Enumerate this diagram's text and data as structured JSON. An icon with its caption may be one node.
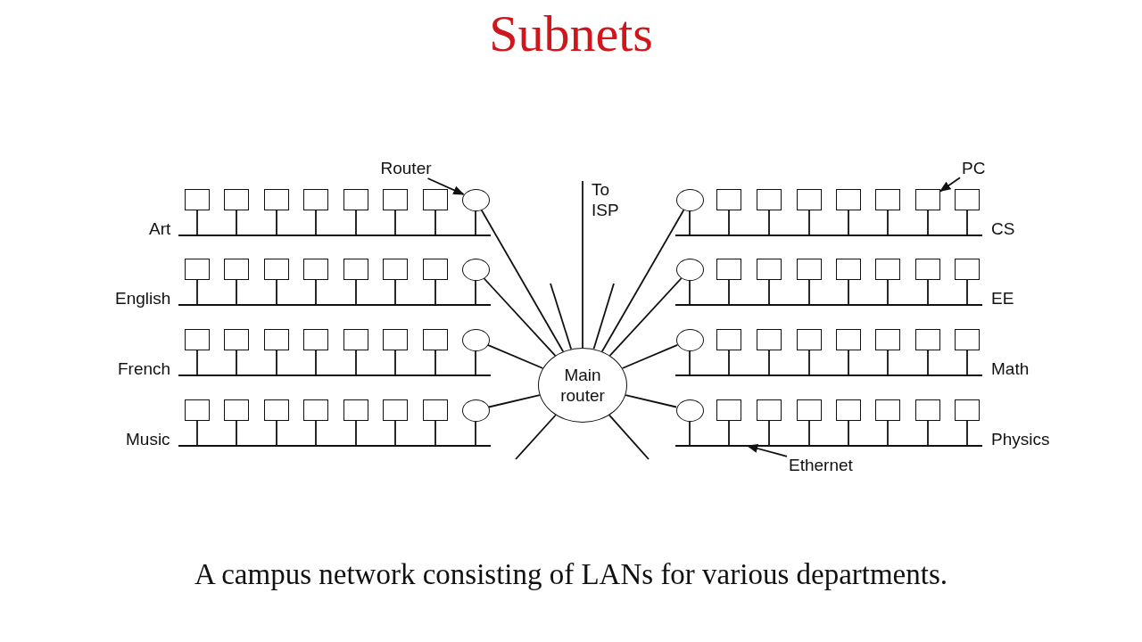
{
  "diagram": {
    "title": "Subnets",
    "caption": "A campus network consisting of LANs for various departments.",
    "nodes": [
      {
        "text": [
          "Router"
        ]
      },
      {
        "text": [
          "PC"
        ]
      },
      {
        "text": [],
        "shape": "bar",
        "beside": [
          "Art"
        ]
      },
      {
        "text": [],
        "shape": "box"
      },
      {
        "text": [],
        "shape": "box"
      },
      {
        "text": [],
        "shape": "box"
      },
      {
        "text": [],
        "shape": "box"
      },
      {
        "text": [],
        "shape": "box"
      },
      {
        "text": [],
        "shape": "box"
      },
      {
        "text": [],
        "shape": "box"
      },
      {
        "text": [],
        "shape": "circle"
      },
      {
        "text": [],
        "shape": "bar",
        "beside": [
          "CS"
        ]
      },
      {
        "text": [],
        "shape": "circle"
      },
      {
        "text": [],
        "shape": "box"
      },
      {
        "text": [],
        "shape": "box"
      },
      {
        "text": [],
        "shape": "box"
      },
      {
        "text": [],
        "shape": "box"
      },
      {
        "text": [],
        "shape": "box"
      },
      {
        "text": [],
        "shape": "box"
      },
      {
        "text": [],
        "shape": "box"
      },
      {
        "text": [],
        "shape": "bar",
        "beside": [
          "English"
        ]
      },
      {
        "text": [],
        "shape": "box"
      },
      {
        "text": [],
        "shape": "box"
      },
      {
        "text": [],
        "shape": "box"
      },
      {
        "text": [],
        "shape": "box"
      },
      {
        "text": [],
        "shape": "box"
      },
      {
        "text": [],
        "shape": "box"
      },
      {
        "text": [],
        "shape": "box"
      },
      {
        "text": [],
        "shape": "circle"
      },
      {
        "text": [],
        "shape": "bar",
        "beside": [
          "EE"
        ]
      },
      {
        "text": [],
        "shape": "circle"
      },
      {
        "text": [],
        "shape": "box"
      },
      {
        "text": [],
        "shape": "box"
      },
      {
        "text": [],
        "shape": "box"
      },
      {
        "text": [],
        "shape": "box"
      },
      {
        "text": [],
        "shape": "box"
      },
      {
        "text": [],
        "shape": "box"
      },
      {
        "text": [],
        "shape": "box"
      },
      {
        "text": [],
        "shape": "bar",
        "beside": [
          "French"
        ]
      },
      {
        "text": [],
        "shape": "box"
      },
      {
        "text": [],
        "shape": "box"
      },
      {
        "text": [],
        "shape": "box"
      },
      {
        "text": [],
        "shape": "box"
      },
      {
        "text": [],
        "shape": "box"
      },
      {
        "text": [],
        "shape": "box"
      },
      {
        "text": [],
        "shape": "box"
      },
      {
        "text": [],
        "shape": "circle"
      },
      {
        "text": [],
        "shape": "bar",
        "beside": [
          "Math"
        ]
      },
      {
        "text": [],
        "shape": "circle"
      },
      {
        "text": [],
        "shape": "box"
      },
      {
        "text": [],
        "shape": "box"
      },
      {
        "text": [],
        "shape": "box"
      },
      {
        "text": [],
        "shape": "box"
      },
      {
        "text": [],
        "shape": "box"
      },
      {
        "text": [],
        "shape": "box"
      },
      {
        "text": [],
        "shape": "box"
      },
      {
        "text": [],
        "shape": "bar",
        "beside": [
          "Music"
        ]
      },
      {
        "text": [],
        "shape": "box"
      },
      {
        "text": [],
        "shape": "box"
      },
      {
        "text": [],
        "shape": "box"
      },
      {
        "text": [],
        "shape": "box"
      },
      {
        "text": [],
        "shape": "box"
      },
      {
        "text": [],
        "shape": "box"
      },
      {
        "text": [],
        "shape": "box"
      },
      {
        "text": [],
        "shape": "circle"
      },
      {
        "text": [],
        "shape": "bar",
        "beside": [
          "Physics"
        ]
      },
      {
        "text": [],
        "shape": "circle"
      },
      {
        "text": [],
        "shape": "box"
      },
      {
        "text": [],
        "shape": "box"
      },
      {
        "text": [],
        "shape": "box"
      },
      {
        "text": [],
        "shape": "box"
      },
      {
        "text": [],
        "shape": "box"
      },
      {
        "text": [],
        "shape": "box"
      },
      {
        "text": [],
        "shape": "box"
      },
      {
        "text": [
          "Main router"
        ]
      },
      {
        "text": [
          "Ethernet"
        ]
      }
    ],
    "edges": [
      {
        "from": 3,
        "to": 2,
        "arrow": "none"
      },
      {
        "from": 4,
        "to": 2,
        "arrow": "none"
      },
      {
        "from": 5,
        "to": 2,
        "arrow": "none"
      },
      {
        "from": 6,
        "to": 2,
        "arrow": "none"
      },
      {
        "from": 7,
        "to": 2,
        "arrow": "none"
      },
      {
        "from": 8,
        "to": 2,
        "arrow": "none"
      },
      {
        "from": 9,
        "to": 2,
        "arrow": "none"
      },
      {
        "from": 10,
        "to": 2,
        "arrow": "none"
      },
      {
        "from": 12,
        "to": 11,
        "arrow": "none"
      },
      {
        "from": 13,
        "to": 11,
        "arrow": "none"
      },
      {
        "from": 14,
        "to": 11,
        "arrow": "none"
      },
      {
        "from": 15,
        "to": 11,
        "arrow": "none"
      },
      {
        "from": 16,
        "to": 11,
        "arrow": "none"
      },
      {
        "from": 17,
        "to": 11,
        "arrow": "none"
      },
      {
        "from": 18,
        "to": 11,
        "arrow": "none"
      },
      {
        "from": 19,
        "to": 11,
        "arrow": "none"
      },
      {
        "from": 21,
        "to": 20,
        "arrow": "none"
      },
      {
        "from": 22,
        "to": 20,
        "arrow": "none"
      },
      {
        "from": 23,
        "to": 20,
        "arrow": "none"
      },
      {
        "from": 24,
        "to": 20,
        "arrow": "none"
      },
      {
        "from": 25,
        "to": 20,
        "arrow": "none"
      },
      {
        "from": 26,
        "to": 20,
        "arrow": "none"
      },
      {
        "from": 27,
        "to": 20,
        "arrow": "none"
      },
      {
        "from": 28,
        "to": 20,
        "arrow": "none"
      },
      {
        "from": 30,
        "to": 29,
        "arrow": "none"
      },
      {
        "from": 31,
        "to": 29,
        "arrow": "none"
      },
      {
        "from": 32,
        "to": 29,
        "arrow": "none"
      },
      {
        "from": 33,
        "to": 29,
        "arrow": "none"
      },
      {
        "from": 34,
        "to": 29,
        "arrow": "none"
      },
      {
        "from": 35,
        "to": 29,
        "arrow": "none"
      },
      {
        "from": 36,
        "to": 29,
        "arrow": "none"
      },
      {
        "from": 37,
        "to": 29,
        "arrow": "none"
      },
      {
        "from": 39,
        "to": 38,
        "arrow": "none"
      },
      {
        "from": 40,
        "to": 38,
        "arrow": "none"
      },
      {
        "from": 41,
        "to": 38,
        "arrow": "none"
      },
      {
        "from": 42,
        "to": 38,
        "arrow": "none"
      },
      {
        "from": 43,
        "to": 38,
        "arrow": "none"
      },
      {
        "from": 44,
        "to": 38,
        "arrow": "none"
      },
      {
        "from": 45,
        "to": 38,
        "arrow": "none"
      },
      {
        "from": 46,
        "to": 38,
        "arrow": "none"
      },
      {
        "from": 48,
        "to": 47,
        "arrow": "none"
      },
      {
        "from": 49,
        "to": 47,
        "arrow": "none"
      },
      {
        "from": 50,
        "to": 47,
        "arrow": "none"
      },
      {
        "from": 51,
        "to": 47,
        "arrow": "none"
      },
      {
        "from": 52,
        "to": 47,
        "arrow": "none"
      },
      {
        "from": 53,
        "to": 47,
        "arrow": "none"
      },
      {
        "from": 54,
        "to": 47,
        "arrow": "none"
      },
      {
        "from": 55,
        "to": 47,
        "arrow": "none"
      },
      {
        "from": 57,
        "to": 56,
        "arrow": "none"
      },
      {
        "from": 58,
        "to": 56,
        "arrow": "none"
      },
      {
        "from": 59,
        "to": 56,
        "arrow": "none"
      },
      {
        "from": 60,
        "to": 56,
        "arrow": "none"
      },
      {
        "from": 61,
        "to": 56,
        "arrow": "none"
      },
      {
        "from": 62,
        "to": 56,
        "arrow": "none"
      },
      {
        "from": 63,
        "to": 56,
        "arrow": "none"
      },
      {
        "from": 64,
        "to": 56,
        "arrow": "none"
      },
      {
        "from": 66,
        "to": 65,
        "arrow": "none"
      },
      {
        "from": 67,
        "to": 65,
        "arrow": "none"
      },
      {
        "from": 68,
        "to": 65,
        "arrow": "none"
      },
      {
        "from": 69,
        "to": 65,
        "arrow": "none"
      },
      {
        "from": 70,
        "to": 65,
        "arrow": "none"
      },
      {
        "from": 71,
        "to": 65,
        "arrow": "none"
      },
      {
        "from": 72,
        "to": 65,
        "arrow": "none"
      },
      {
        "from": 73,
        "to": 65,
        "arrow": "none"
      },
      {
        "from": 10,
        "to": 74,
        "arrow": "none"
      },
      {
        "from": 12,
        "to": 74,
        "arrow": "none"
      },
      {
        "from": 28,
        "to": 74,
        "arrow": "none"
      },
      {
        "from": 30,
        "to": 74,
        "arrow": "none"
      },
      {
        "from": 46,
        "to": 74,
        "arrow": "none"
      },
      {
        "from": 48,
        "to": 74,
        "arrow": "none"
      },
      {
        "from": 64,
        "to": 74,
        "arrow": "none"
      },
      {
        "from": 66,
        "to": 74,
        "arrow": "none"
      },
      {
        "from": 74,
        "to": null,
        "arrow": "none",
        "label": "To ISP"
      },
      {
        "from": 74,
        "to": null,
        "arrow": "none"
      },
      {
        "from": 74,
        "to": null,
        "arrow": "none"
      },
      {
        "from": 74,
        "to": null,
        "arrow": "none"
      },
      {
        "from": 74,
        "to": null,
        "arrow": "none"
      },
      {
        "from": 0,
        "to": 10,
        "arrow": "to"
      },
      {
        "from": 1,
        "to": 18,
        "arrow": "to"
      },
      {
        "from": 75,
        "to": 65,
        "arrow": "to"
      }
    ]
  }
}
